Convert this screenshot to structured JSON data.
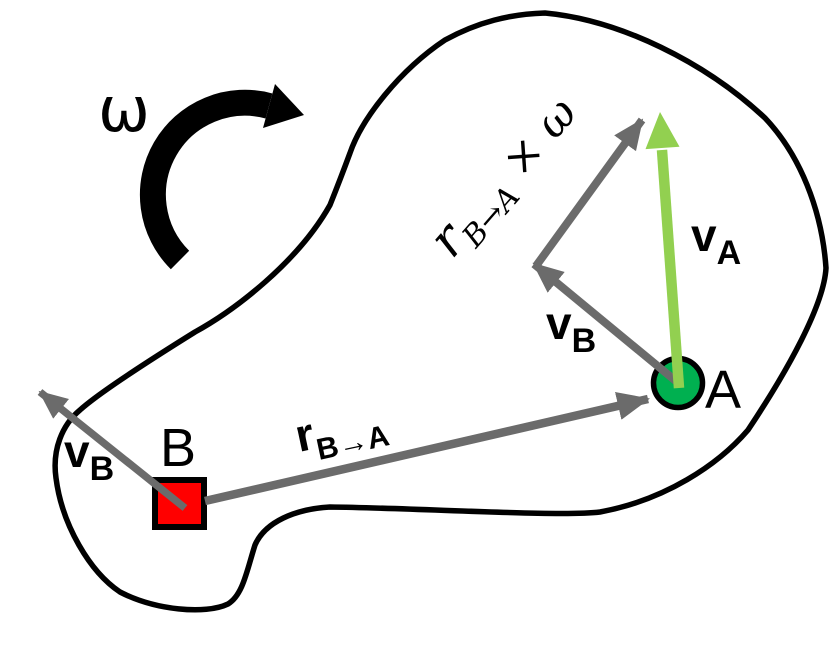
{
  "diagram": {
    "omega_symbol": "ω",
    "points": {
      "a_label": "A",
      "b_label": "B"
    },
    "vectors": {
      "v_b_at_b": {
        "main": "v",
        "sub": "B"
      },
      "r_ba": {
        "main": "r",
        "sub": "B→A"
      },
      "v_b_at_a": {
        "main": "v",
        "sub": "B"
      },
      "v_a": {
        "main": "v",
        "sub": "A"
      },
      "r_cross_omega": {
        "main": "r",
        "sub": "B→A",
        "tail": " × ω"
      }
    },
    "colors": {
      "arrow_gray": "#6b6b6b",
      "v_a_green": "#92d050",
      "point_a_fill": "#00b050",
      "point_b_fill": "#ff0000",
      "outline": "#000000"
    }
  }
}
